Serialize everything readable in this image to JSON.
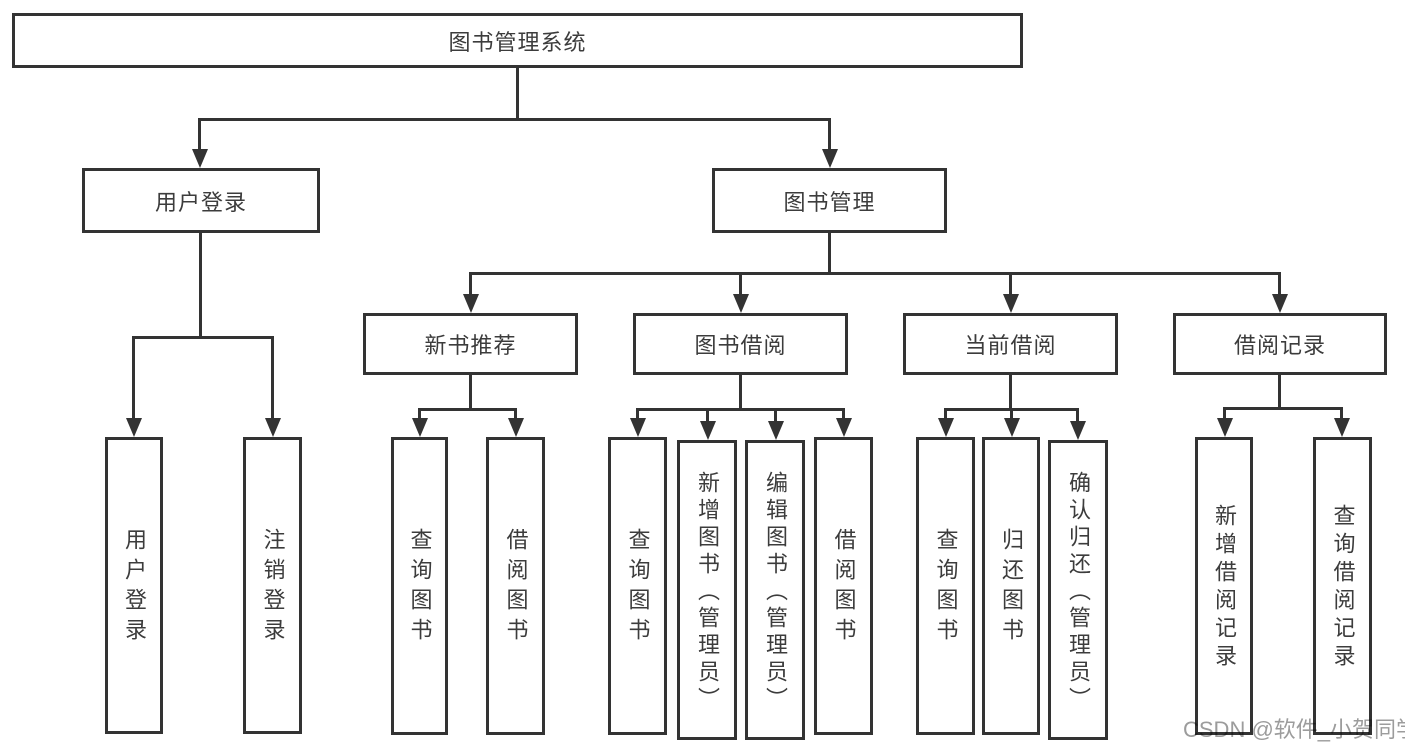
{
  "colors": {
    "line": "#333333",
    "text": "#3c3c3c",
    "background": "#ffffff",
    "watermark": "#9c9c9c"
  },
  "watermark": {
    "text": "CSDN @软件_小贺同学"
  },
  "nodes": {
    "root": {
      "label": "图书管理系统"
    },
    "user_login": {
      "label": "用户登录"
    },
    "book_mgmt": {
      "label": "图书管理"
    },
    "new_book_rec": {
      "label": "新书推荐"
    },
    "book_borrow": {
      "label": "图书借阅"
    },
    "current_borrow": {
      "label": "当前借阅"
    },
    "borrow_records": {
      "label": "借阅记录"
    },
    "leaf_user_login": {
      "label": "用户登录"
    },
    "leaf_logout": {
      "label": "注销登录"
    },
    "leaf_query_book_new": {
      "label": "查询图书"
    },
    "leaf_borrow_book_new": {
      "label": "借阅图书"
    },
    "leaf_query_book_borrow": {
      "label": "查询图书"
    },
    "leaf_add_book": {
      "label": "新增图书（管理员）"
    },
    "leaf_edit_book": {
      "label": "编辑图书（管理员）"
    },
    "leaf_borrow_book_borrow": {
      "label": "借阅图书"
    },
    "leaf_query_book_current": {
      "label": "查询图书"
    },
    "leaf_return_book": {
      "label": "归还图书"
    },
    "leaf_confirm_return": {
      "label": "确认归还（管理员）"
    },
    "leaf_add_record": {
      "label": "新增借阅记录"
    },
    "leaf_query_record": {
      "label": "查询借阅记录"
    }
  }
}
